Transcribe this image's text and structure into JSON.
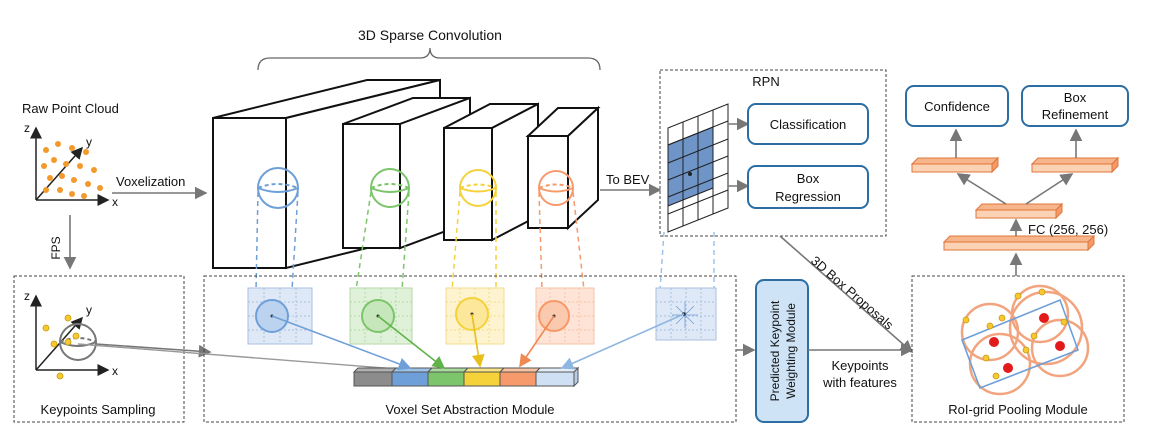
{
  "title": "3D Sparse Convolution",
  "labels": {
    "raw_point_cloud": "Raw Point Cloud",
    "voxelization": "Voxelization",
    "fps": "FPS",
    "to_bev": "To BEV",
    "rpn": "RPN",
    "classification": "Classification",
    "box_regression_1": "Box",
    "box_regression_2": "Regression",
    "confidence": "Confidence",
    "box_refinement_1": "Box",
    "box_refinement_2": "Refinement",
    "fc": "FC (256, 256)",
    "box_proposals": "3D Box Proposals",
    "keypoints_sampling": "Keypoints Sampling",
    "vsa_module": "Voxel Set Abstraction Module",
    "pkw_1": "Predicted Keypoint",
    "pkw_2": "Weighting Module",
    "keypoints_features_1": "Keypoints",
    "keypoints_features_2": "with features",
    "roi_pooling": "RoI-grid Pooling Module",
    "axis_x": "x",
    "axis_y": "y",
    "axis_z": "z"
  },
  "colors": {
    "blue": "#6f9fd8",
    "green": "#7cc56a",
    "yellow": "#f5d23a",
    "orange": "#f79a6b",
    "light_blue": "#9ec3ea",
    "gray": "#8c8c8c",
    "box_border": "#2c6ea3",
    "point_orange": "#f39a2c",
    "point_yellow": "#f7c832",
    "red": "#e21a1a"
  }
}
